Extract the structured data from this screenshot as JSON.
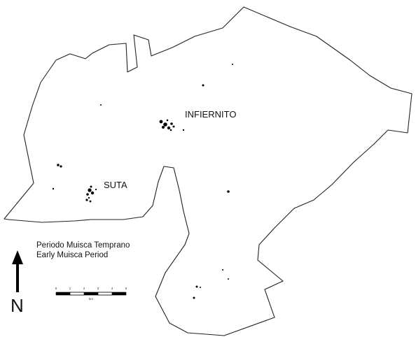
{
  "map": {
    "places": [
      {
        "name": "INFIERNITO"
      },
      {
        "name": "SUTA"
      }
    ],
    "legend": {
      "line1": "Periodo Muisca Temprano",
      "line2": "Early Muisca Period"
    },
    "north_label": "N",
    "scale_bar": {
      "ticks": [
        "0",
        "1",
        "2",
        "3",
        "4",
        "5"
      ],
      "unit": "km"
    },
    "colors": {
      "boundary": "#222222",
      "sites": "#000000",
      "background": "#ffffff"
    }
  }
}
